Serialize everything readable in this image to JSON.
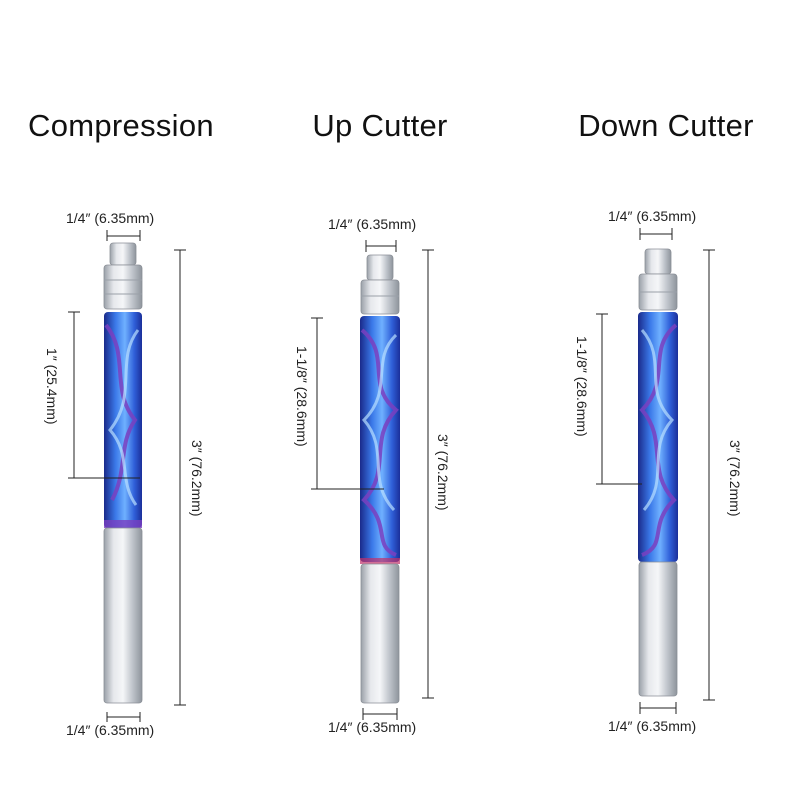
{
  "bits": [
    {
      "name": "Compression",
      "shank_top": {
        "inch": "1/4″",
        "mm": "(6.35mm)"
      },
      "cut_length": {
        "inch": "1″",
        "mm": "(25.4mm)"
      },
      "overall": {
        "inch": "3″",
        "mm": "(76.2mm)"
      },
      "shank_bottom": {
        "inch": "1/4″",
        "mm": "(6.35mm)"
      }
    },
    {
      "name": "Up Cutter",
      "shank_top": {
        "inch": "1/4″",
        "mm": "(6.35mm)"
      },
      "cut_length": {
        "inch": "1-1/8″",
        "mm": "(28.6mm)"
      },
      "overall": {
        "inch": "3″",
        "mm": "(76.2mm)"
      },
      "shank_bottom": {
        "inch": "1/4″",
        "mm": "(6.35mm)"
      }
    },
    {
      "name": "Down Cutter",
      "shank_top": {
        "inch": "1/4″",
        "mm": "(6.35mm)"
      },
      "cut_length": {
        "inch": "1-1/8″",
        "mm": "(28.6mm)"
      },
      "overall": {
        "inch": "3″",
        "mm": "(76.2mm)"
      },
      "shank_bottom": {
        "inch": "1/4″",
        "mm": "(6.35mm)"
      }
    }
  ],
  "colors": {
    "flute_blue": "#2f5fd8",
    "flute_dark": "#1b2f9a",
    "flute_purple": "#7a3fc0",
    "shank_silver": "#c9cdd4",
    "bearing_silver": "#d8dbe0",
    "line": "#222222"
  }
}
